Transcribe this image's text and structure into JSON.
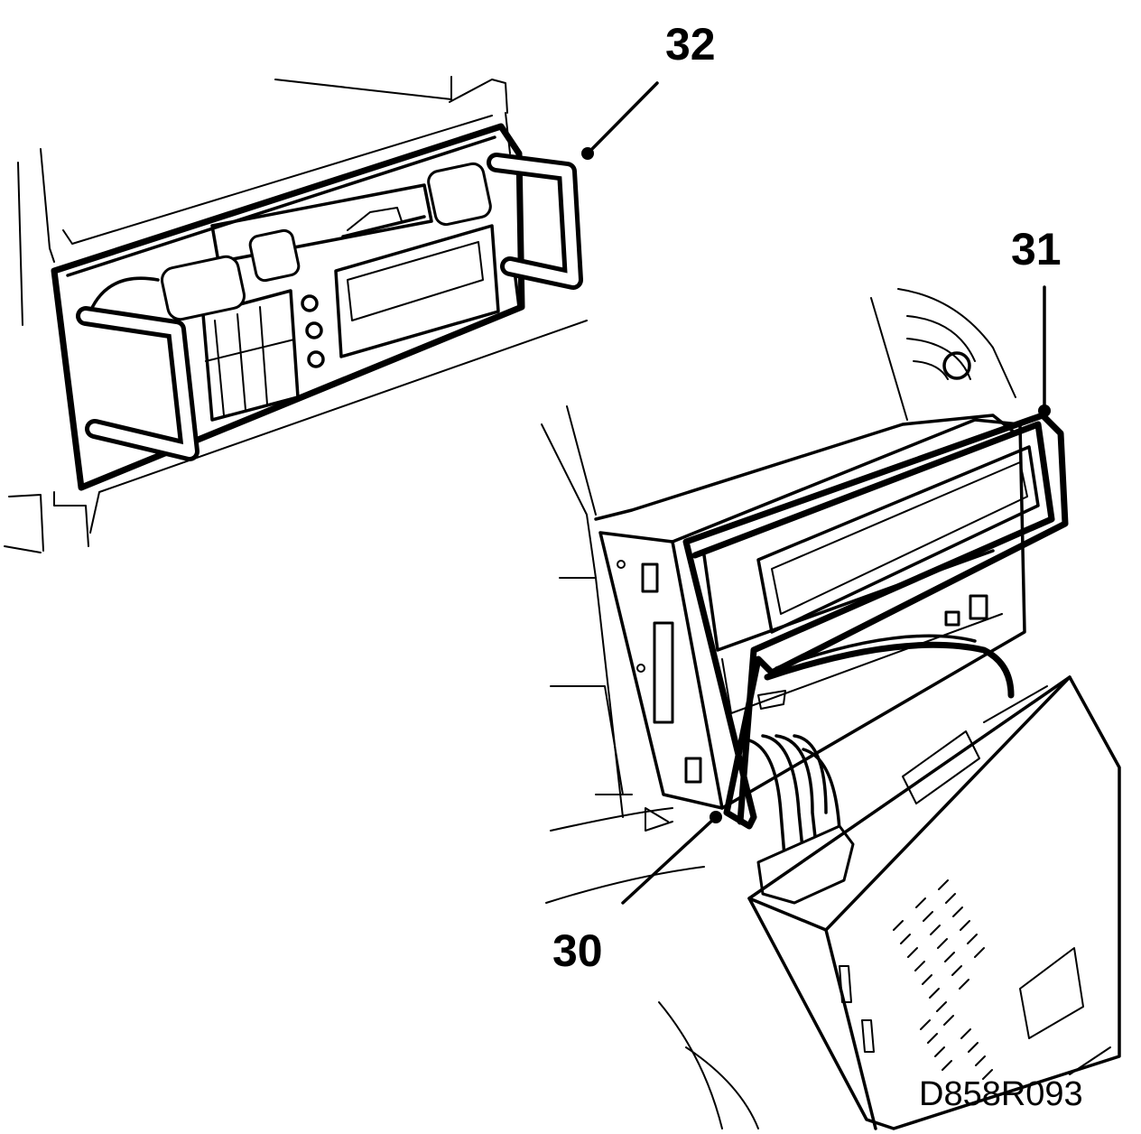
{
  "figure": {
    "drawing_code": "D858R093",
    "callouts": [
      {
        "id": "32",
        "label": "32"
      },
      {
        "id": "31",
        "label": "31"
      },
      {
        "id": "30",
        "label": "30"
      }
    ]
  }
}
